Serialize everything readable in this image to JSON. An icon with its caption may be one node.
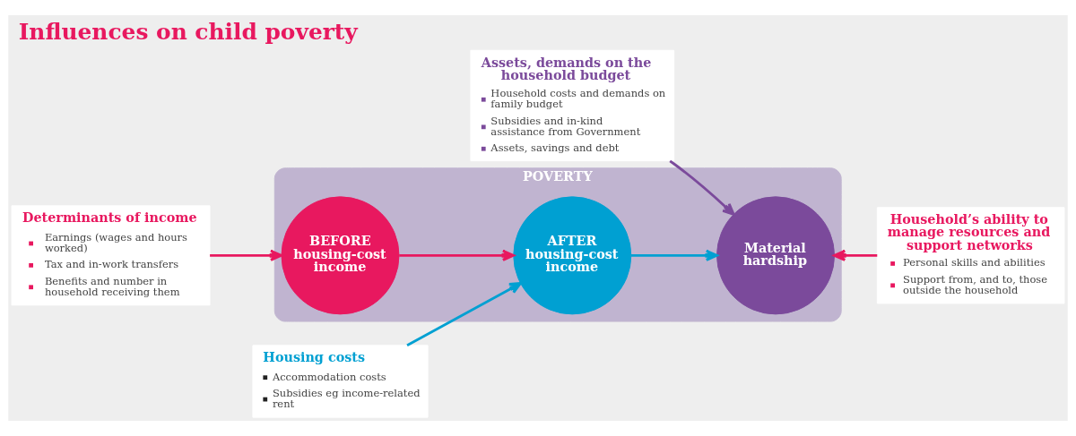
{
  "diagram": {
    "title": "Influences on child poverty",
    "nodes": [
      {
        "text": [
          "POVERTY"
        ]
      },
      {
        "text": [
          "BEFORE housing-cost income"
        ],
        "in": 0
      },
      {
        "text": [
          "AFTER housing-cost income"
        ],
        "in": 0
      },
      {
        "text": [
          "Material hardship"
        ],
        "in": 0
      },
      {
        "text": [
          "Determinants of income",
          "Earnings (wages and hours worked)",
          "Tax and in-work transfers",
          "Benefits and number in household receiving them"
        ]
      },
      {
        "text": [
          "Household’s ability to manage resources and support networks",
          "Personal skills and abilities",
          "Support from, and to, those outside the household"
        ]
      },
      {
        "text": [
          "Housing costs",
          "Accommodation costs",
          "Subsidies eg income-related rent"
        ]
      },
      {
        "text": [
          "Assets, demands on the household budget",
          "Household costs and demands on family budget",
          "Subsidies and in-kind assistance from Government",
          "Assets, savings and debt"
        ]
      }
    ],
    "edges": [
      {
        "from": 4,
        "to": 1,
        "arrow": "to",
        "color": "#e8185f"
      },
      {
        "from": 1,
        "to": 2,
        "arrow": "to",
        "color": "#e8185f"
      },
      {
        "from": 2,
        "to": 3,
        "arrow": "to",
        "color": "#00a0d2"
      },
      {
        "from": 5,
        "to": 3,
        "arrow": "to",
        "color": "#e8185f"
      },
      {
        "from": 6,
        "to": 2,
        "arrow": "to",
        "color": "#00a0d2"
      },
      {
        "from": 7,
        "to": 3,
        "arrow": "to",
        "color": "#7b4a9b"
      }
    ]
  }
}
